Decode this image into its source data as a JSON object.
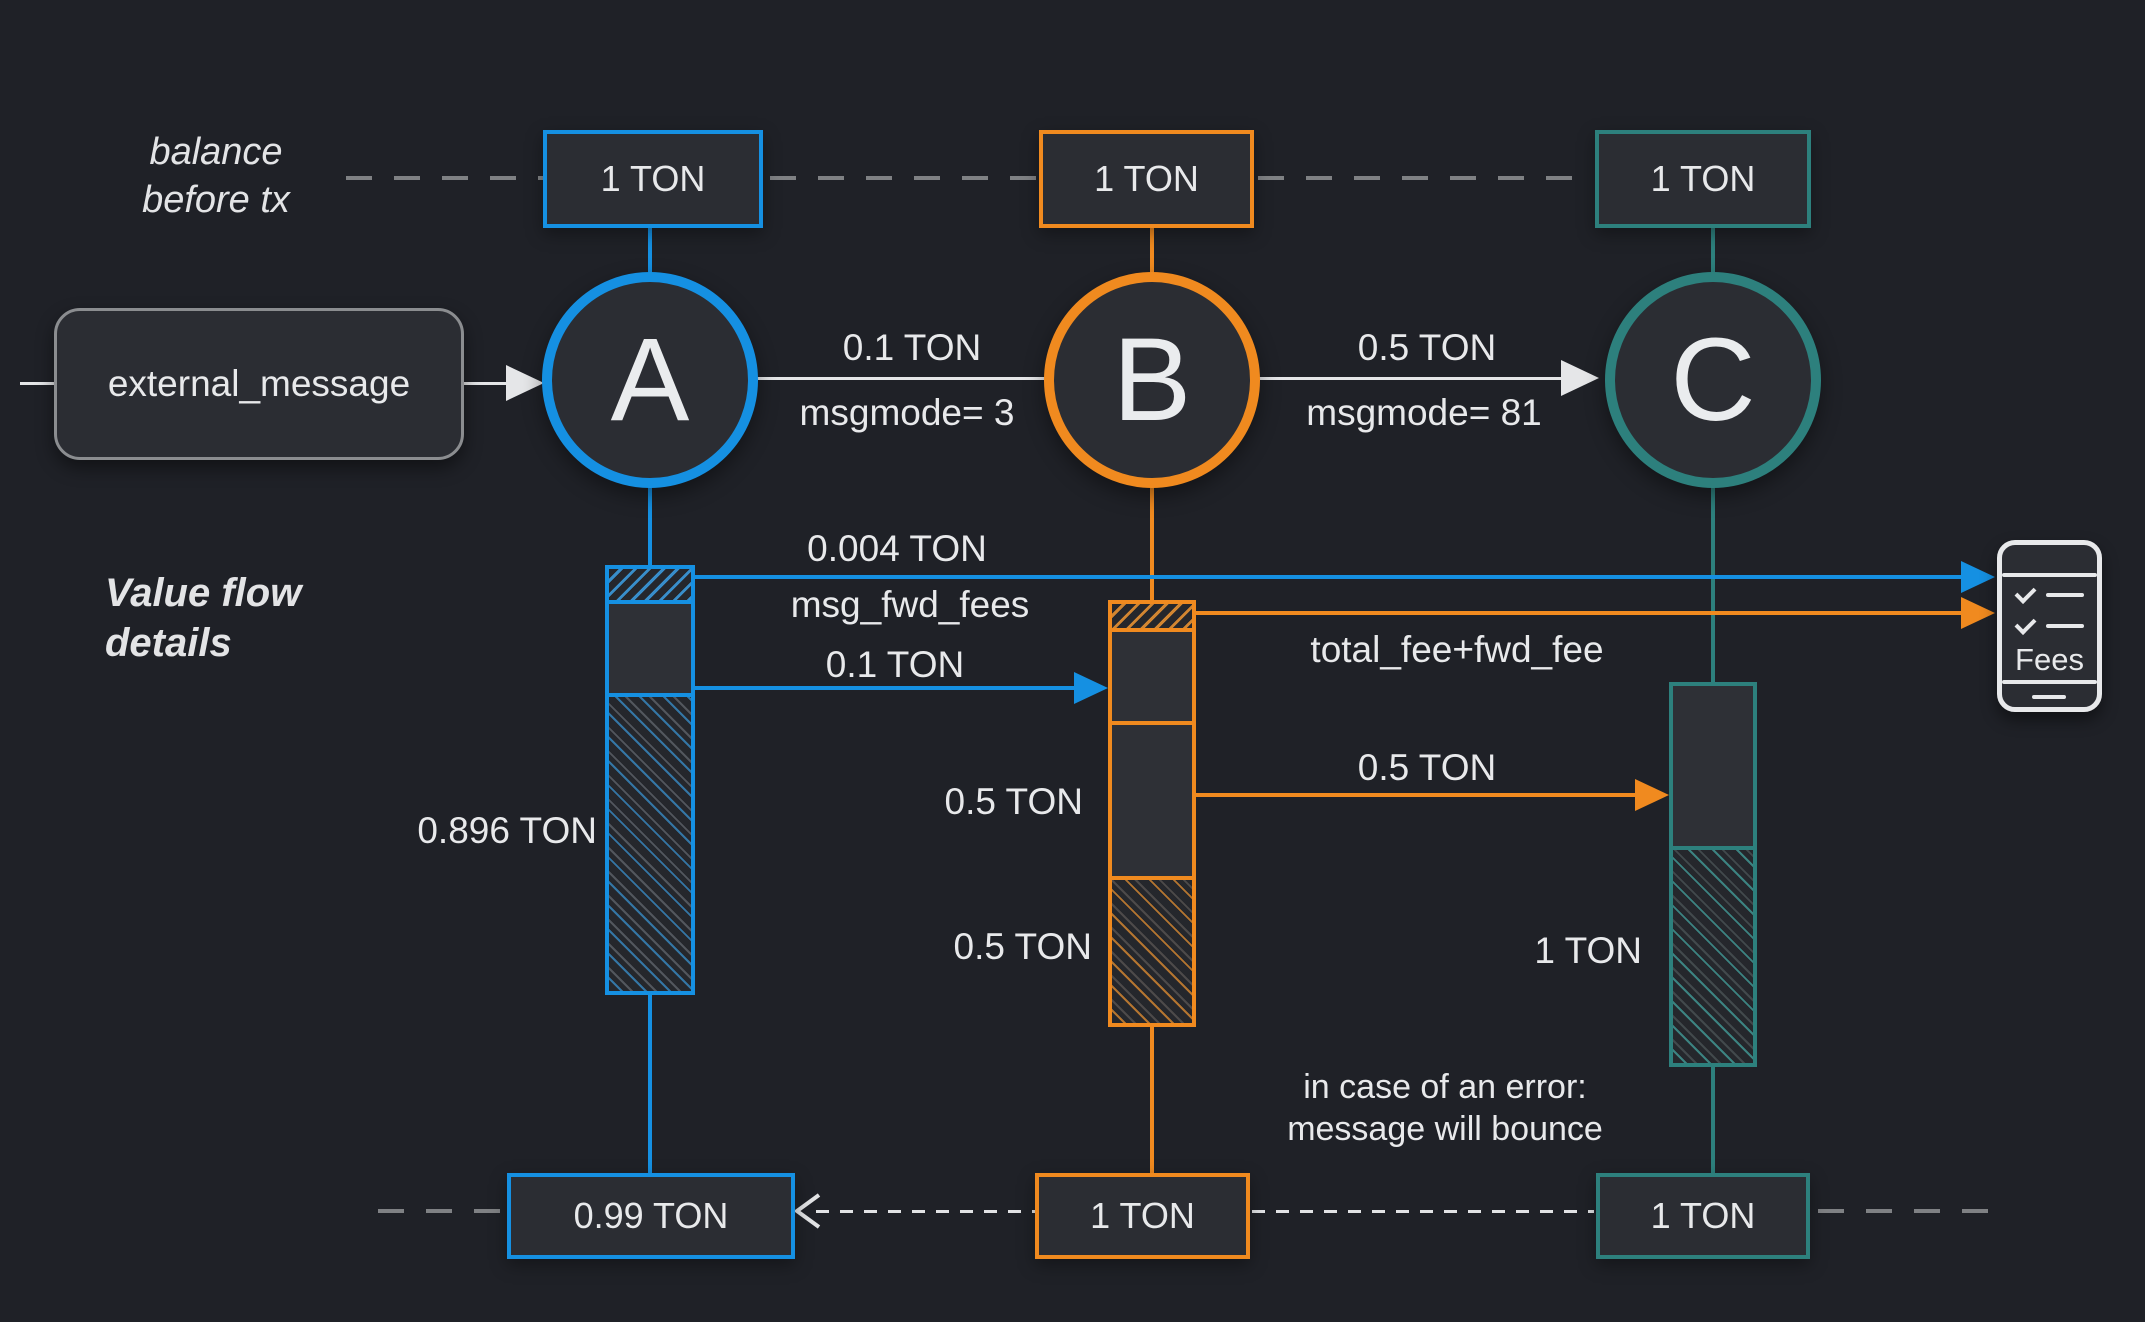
{
  "balance_label": {
    "line1": "balance",
    "line2": "before tx"
  },
  "value_flow_label": {
    "line1": "Value flow",
    "line2": "details"
  },
  "external_message": {
    "label": "external_message"
  },
  "nodes": {
    "a": "A",
    "b": "B",
    "c": "C"
  },
  "top_balances": {
    "a": "1 TON",
    "b": "1 TON",
    "c": "1 TON"
  },
  "bottom_balances": {
    "a": "0.99 TON",
    "b": "1 TON",
    "c": "1 TON"
  },
  "messages": {
    "a_to_b": {
      "amount": "0.1 TON",
      "mode": "msgmode= 3"
    },
    "b_to_c": {
      "amount": "0.5 TON",
      "mode": "msgmode= 81"
    }
  },
  "flows": {
    "fwd_fee_amount": "0.004 TON",
    "fwd_fee_label": "msg_fwd_fees",
    "ab_amount": "0.1 TON",
    "total_fee_label": "total_fee+fwd_fee",
    "bc_amount": "0.5 TON",
    "a_remainder": "0.896 TON",
    "b_send": "0.5 TON",
    "b_bounce": "0.5 TON",
    "c_received": "1 TON"
  },
  "error_note": {
    "line1": "in case of an error:",
    "line2": "message will bounce"
  },
  "fees_icon": {
    "label": "Fees"
  },
  "colors": {
    "accent_blue": "#1590e2",
    "accent_orange": "#f08a1f",
    "accent_teal": "#2d807d",
    "background": "#1f2127",
    "panel": "#2b2d33",
    "line_white": "#e5e6e8",
    "dash_gray": "#7f8184"
  }
}
